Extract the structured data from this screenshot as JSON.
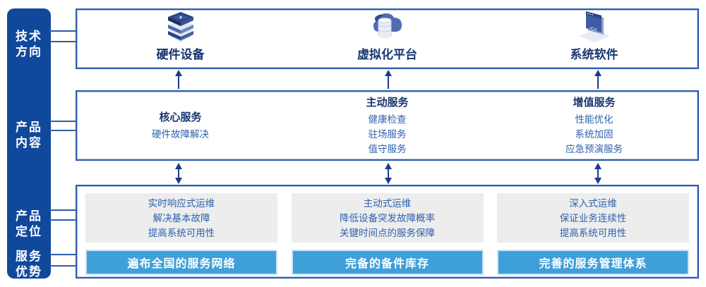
{
  "colors": {
    "sidebar_bg": "#10489C",
    "box_border": "#2E5DA9",
    "heading_text": "#17356E",
    "body_text": "#2E62AD",
    "banner_bg": "#3FA0D9",
    "panel_bg": "#EDEDED",
    "arrow": "#1B3A8C"
  },
  "sidebar": {
    "items": [
      {
        "label": "技术\n方向"
      },
      {
        "label": "产品\n内容"
      },
      {
        "label": "产品\n定位"
      },
      {
        "label": "服务\n优势"
      }
    ]
  },
  "tech_row": {
    "items": [
      {
        "icon": "server-stack-icon",
        "label": "硬件设备"
      },
      {
        "icon": "cloud-database-icon",
        "label": "虚拟化平台"
      },
      {
        "icon": "software-window-icon",
        "label": "系统软件"
      }
    ]
  },
  "content_row": {
    "columns": [
      {
        "title": "核心服务",
        "items": [
          "硬件故障解决"
        ]
      },
      {
        "title": "主动服务",
        "items": [
          "健康检查",
          "驻场服务",
          "值守服务"
        ]
      },
      {
        "title": "增值服务",
        "items": [
          "性能优化",
          "系统加固",
          "应急预演服务"
        ]
      }
    ]
  },
  "bottom_row": {
    "columns": [
      {
        "lines": [
          "实时响应式运维",
          "解决基本故障",
          "提高系统可用性"
        ],
        "banner": "遍布全国的服务网络"
      },
      {
        "lines": [
          "主动式运维",
          "降低设备突发故障概率",
          "关键时间点的服务保障"
        ],
        "banner": "完备的备件库存"
      },
      {
        "lines": [
          "深入式运维",
          "保证业务连续性",
          "提高系统可用性"
        ],
        "banner": "完善的服务管理体系"
      }
    ]
  }
}
